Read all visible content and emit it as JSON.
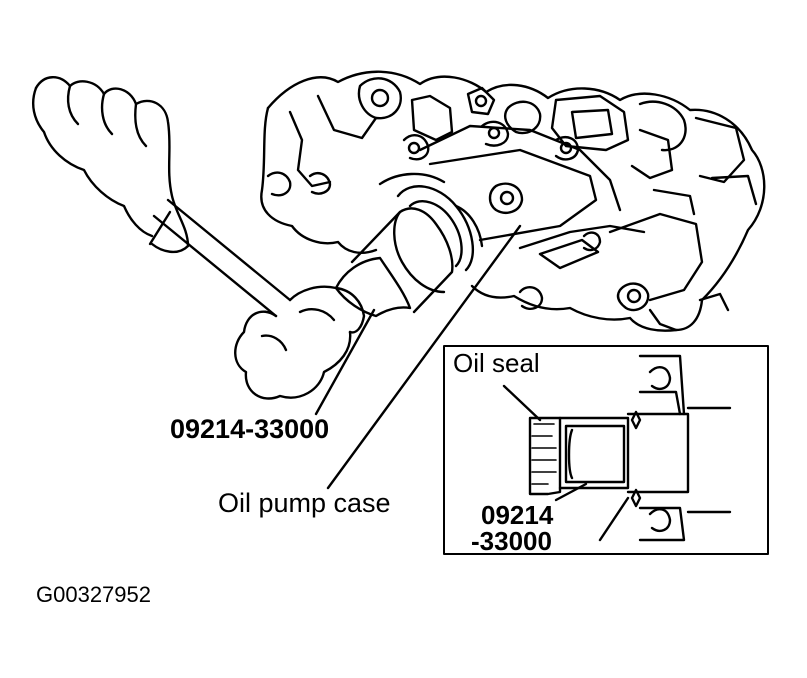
{
  "main_view": {
    "tool_label": "09214-33000",
    "case_label": "Oil pump case"
  },
  "inset": {
    "title": "Oil seal",
    "part_line1": "09214",
    "part_line2": "-33000"
  },
  "figure_id": "G00327952",
  "colors": {
    "ink": "#000000",
    "paper": "#ffffff"
  }
}
